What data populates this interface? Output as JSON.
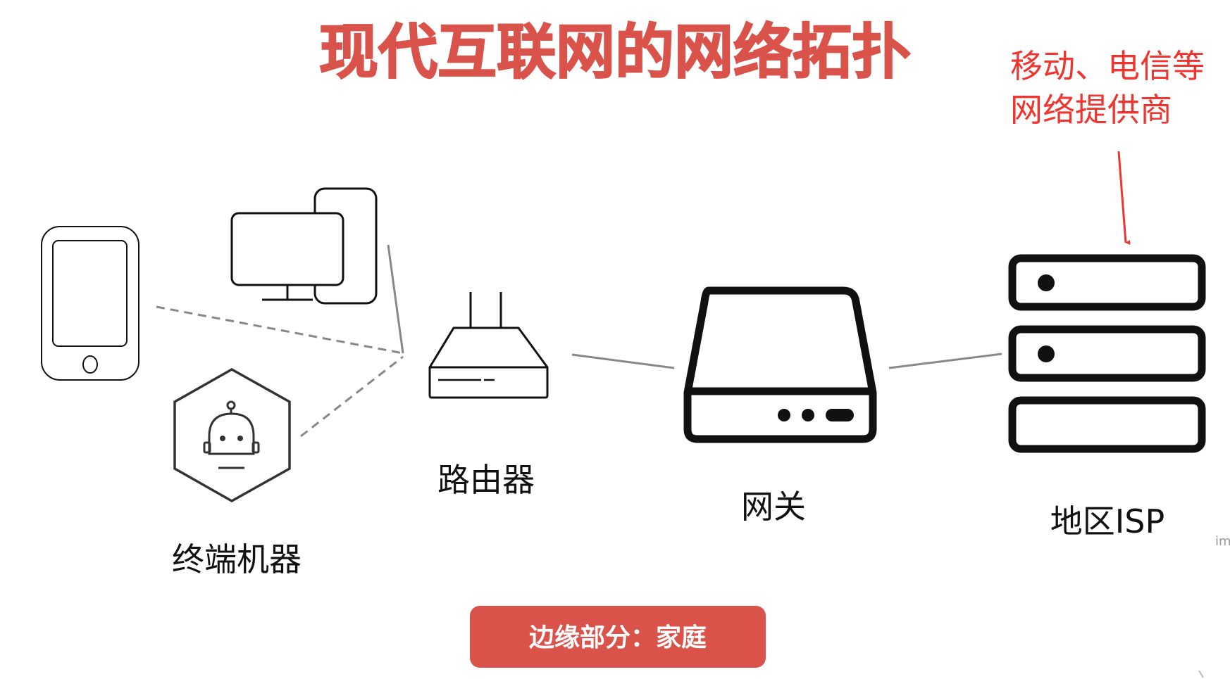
{
  "title": "现代互联网的网络拓扑",
  "annotation": {
    "line1": "移动、电信等",
    "line2": "网络提供商"
  },
  "nodes": {
    "terminals": "终端机器",
    "router": "路由器",
    "gateway": "网关",
    "isp": "地区ISP"
  },
  "section_button": "边缘部分：家庭",
  "corner_text": "im",
  "colors": {
    "title": "#d9534b",
    "annotation": "#ee3530",
    "button": "#d9534b",
    "line": "#888888",
    "icon": "#111111"
  },
  "icons": {
    "phone": "smartphone-icon",
    "computer": "desktop-computer-icon",
    "robot": "robot-icon",
    "router": "router-icon",
    "gateway": "gateway-box-icon",
    "isp": "server-rack-icon"
  }
}
